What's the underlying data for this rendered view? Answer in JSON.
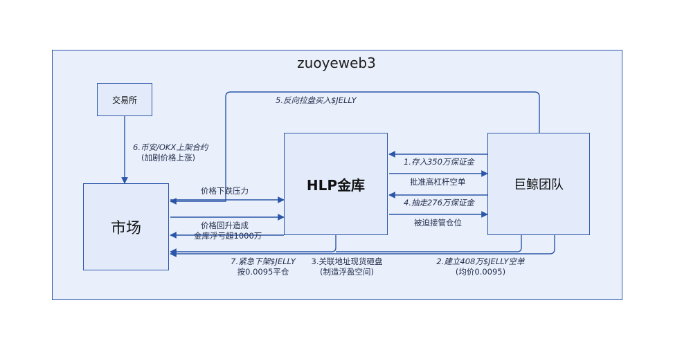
{
  "title": "zuoyeweb3",
  "nodes": {
    "exchange": "交易所",
    "market": "市场",
    "hlp": "HLP金库",
    "whale": "巨鲸团队"
  },
  "edges": {
    "e5": "5.反向拉盘买入$JELLY",
    "e6_line1": "6.币安/OKX上架合约",
    "e6_line2": "(加剧价格上涨)",
    "price_down": "价格下跌压力",
    "price_up_line1": "价格回升造成",
    "price_up_line2": "金库浮亏超1000万",
    "e1": "1.存入350万保证金",
    "approve": "批准高杠杆空单",
    "e4": "4.抽走276万保证金",
    "takeover": "被迫接管仓位",
    "e7_line1": "7.紧急下架$JELLY",
    "e7_line2": "按0.0095平仓",
    "e3_line1": "3.关联地址现货砸盘",
    "e3_line2": "(制造浮盈空间)",
    "e2_line1": "2.建立408万$JELLY空单",
    "e2_line2": "(均价0.0095)"
  },
  "colors": {
    "frame_bg": "#eaf0fb",
    "node_bg": "#e3ebfa",
    "stroke": "#2b55a8"
  }
}
